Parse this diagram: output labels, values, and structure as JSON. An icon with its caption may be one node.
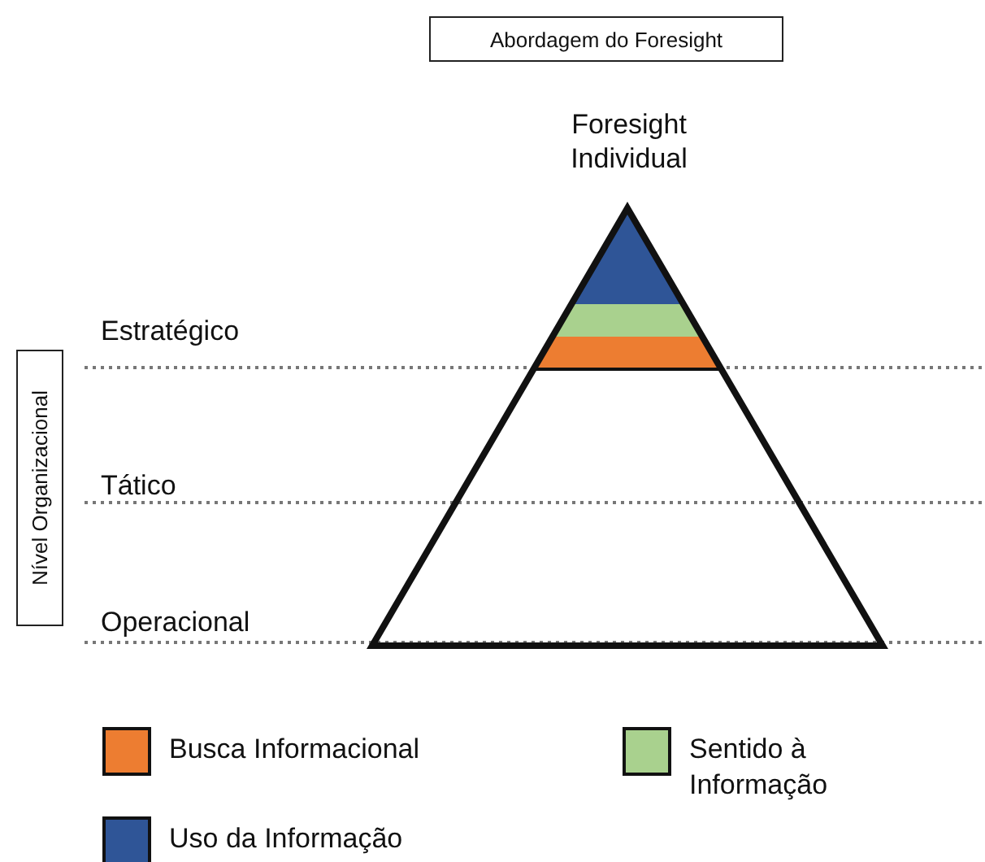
{
  "diagram": {
    "nodes": [
      {
        "text": [
          "Abordagem do Foresight"
        ]
      },
      {
        "text": [
          "Nível Organizacional"
        ]
      }
    ],
    "edges": [],
    "labels": [
      "Foresight Individual",
      "Estratégico",
      "Tático",
      "Operacional"
    ],
    "legend": [
      {
        "text": "Busca Informacional",
        "color": "#ed7d31"
      },
      {
        "text": "Sentido à Informação",
        "color": "#a9d18e"
      },
      {
        "text": "Uso da Informação",
        "color": "#2f5597"
      }
    ]
  }
}
